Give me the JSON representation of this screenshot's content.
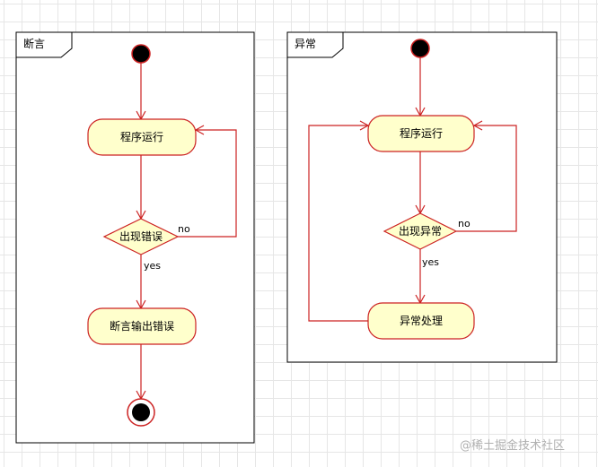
{
  "left_frame": {
    "title": "断言",
    "action1": "程序运行",
    "decision": "出现错误",
    "guard_no": "no",
    "guard_yes": "yes",
    "action2": "断言输出错误"
  },
  "right_frame": {
    "title": "异常",
    "action1": "程序运行",
    "decision": "出现异常",
    "guard_no": "no",
    "guard_yes": "yes",
    "action2": "异常处理"
  },
  "watermark": "@稀土掘金技术社区",
  "colors": {
    "edge": "#cc2222",
    "node_fill": "#ffffcc",
    "grid": "#e6e6e6"
  }
}
